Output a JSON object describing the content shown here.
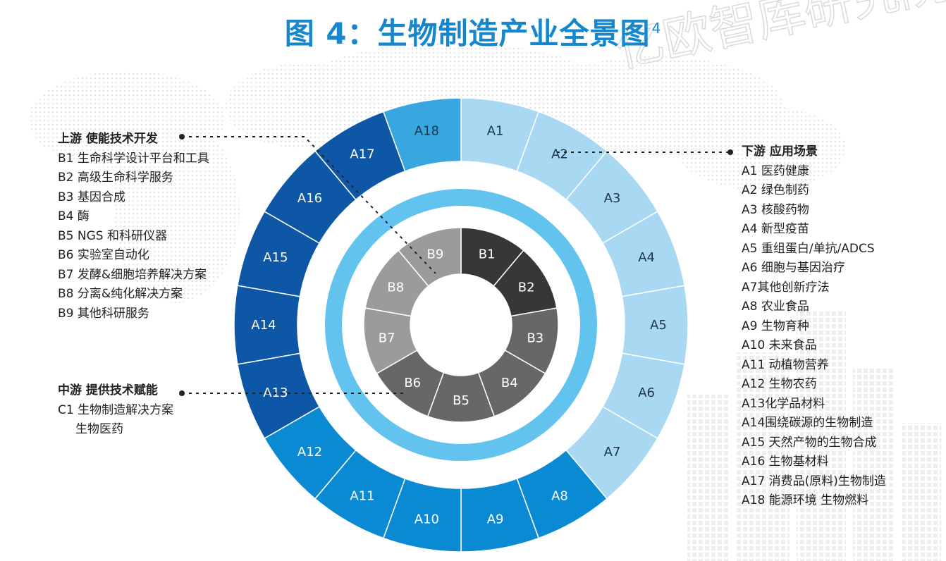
{
  "title": "图 4：生物制造产业全景图",
  "title_sup": "4",
  "watermark": "亿欧智库研究院",
  "colors": {
    "title": "#1686cd",
    "outer_light": "#a9d8f3",
    "outer_mid": "#0b8ad4",
    "outer_dark": "#0e57a6",
    "a18": "#3aa6df",
    "c1_ring": "#63c3ef",
    "b_dark": "#393736",
    "b_mid": "#676767",
    "b_light": "#9b9b9b"
  },
  "ring_outer": [
    {
      "label": "A1",
      "tone": "light"
    },
    {
      "label": "A2",
      "tone": "light"
    },
    {
      "label": "A3",
      "tone": "light"
    },
    {
      "label": "A4",
      "tone": "light"
    },
    {
      "label": "A5",
      "tone": "light"
    },
    {
      "label": "A6",
      "tone": "light"
    },
    {
      "label": "A7",
      "tone": "light"
    },
    {
      "label": "A8",
      "tone": "mid"
    },
    {
      "label": "A9",
      "tone": "mid"
    },
    {
      "label": "A10",
      "tone": "mid"
    },
    {
      "label": "A11",
      "tone": "mid"
    },
    {
      "label": "A12",
      "tone": "mid"
    },
    {
      "label": "A13",
      "tone": "dark"
    },
    {
      "label": "A14",
      "tone": "dark"
    },
    {
      "label": "A15",
      "tone": "dark"
    },
    {
      "label": "A16",
      "tone": "dark"
    },
    {
      "label": "A17",
      "tone": "dark"
    },
    {
      "label": "A18",
      "tone": "a18"
    }
  ],
  "ring_middle": {
    "label": "C1"
  },
  "ring_inner": [
    {
      "label": "B1",
      "tone": "dark"
    },
    {
      "label": "B2",
      "tone": "dark"
    },
    {
      "label": "B3",
      "tone": "mid"
    },
    {
      "label": "B4",
      "tone": "mid"
    },
    {
      "label": "B5",
      "tone": "mid"
    },
    {
      "label": "B6",
      "tone": "mid"
    },
    {
      "label": "B7",
      "tone": "light"
    },
    {
      "label": "B8",
      "tone": "light"
    },
    {
      "label": "B9",
      "tone": "light"
    }
  ],
  "upstream": {
    "head": "上游 使能技术开发",
    "items": [
      "B1 生命科学设计平台和工具",
      "B2 高级生命科学服务",
      "B3 基因合成",
      "B4 酶",
      "B5 NGS 和科研仪器",
      "B6 实验室自动化",
      "B7 发酵&细胞培养解决方案",
      "B8 分离&纯化解决方案",
      "B9 其他科研服务"
    ]
  },
  "midstream": {
    "head": "中游 提供技术赋能",
    "items": [
      "C1 生物制造解决方案",
      "生物医药"
    ]
  },
  "downstream": {
    "head": "下游 应用场景",
    "items": [
      "A1 医药健康",
      "A2 绿色制药",
      "A3 核酸药物",
      "A4 新型疫苗",
      "A5 重组蛋白/单抗/ADCS",
      "A6 细胞与基因治疗",
      "A7其他创新疗法",
      "A8 农业食品",
      "A9 生物育种",
      "A10 未来食品",
      "A11 动植物营养",
      "A12 生物农药",
      "A13化学品材料",
      "A14围绕碳源的生物制造",
      "A15 天然产物的生物合成",
      "A16 生物基材料",
      "A17 消费品(原料)生物制造",
      "A18 能源环境 生物燃料"
    ]
  }
}
